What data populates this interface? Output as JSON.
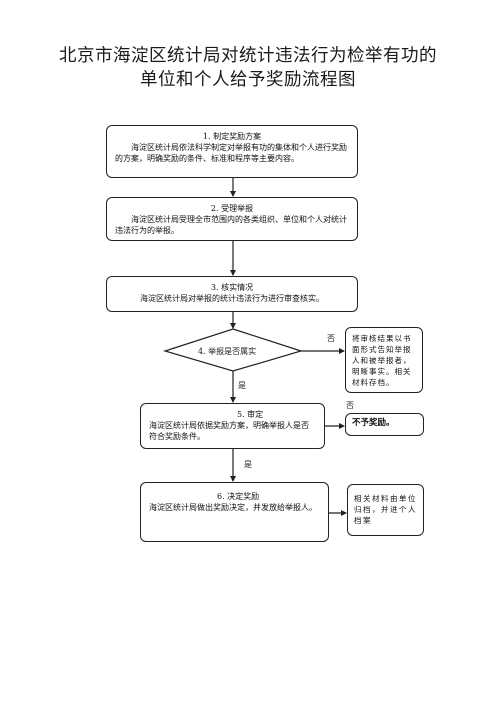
{
  "title": {
    "line1": "北京市海淀区统计局对统计违法行为检举有功的",
    "line2": "单位和个人给予奖励流程图"
  },
  "steps": {
    "s1": {
      "head": "1. 制定奖励方案",
      "body": "海淀区统计局依法科学制定对举报有功的集体和个人进行奖励的方案，明确奖励的条件、标准和程序等主要内容。"
    },
    "s2": {
      "head": "2. 受理举报",
      "body": "海淀区统计局受理全市范围内的各类组织、单位和个人对统计违法行为的举报。"
    },
    "s3": {
      "head": "3. 核实情况",
      "body": "海淀区统计局对举报的统计违法行为进行审查核实。"
    },
    "s4": {
      "label": "4. 举报是否属实"
    },
    "s5": {
      "head": "5. 审定",
      "body": "海淀区统计局依据奖励方案，明确举报人是否符合奖励条件。"
    },
    "s6": {
      "head": "6. 决定奖励",
      "body": "海淀区统计局做出奖励决定，并发放给举报人。"
    }
  },
  "side": {
    "notify": "将审核结果以书面形式告知举报人和被举报者，明晰事实。相关材料存档。",
    "no_reward": "不予奖励。",
    "archive": "相关材料由单位归档，并进个人档案"
  },
  "labels": {
    "no1": "否",
    "no2": "否",
    "yes1": "是",
    "yes2": "是"
  }
}
